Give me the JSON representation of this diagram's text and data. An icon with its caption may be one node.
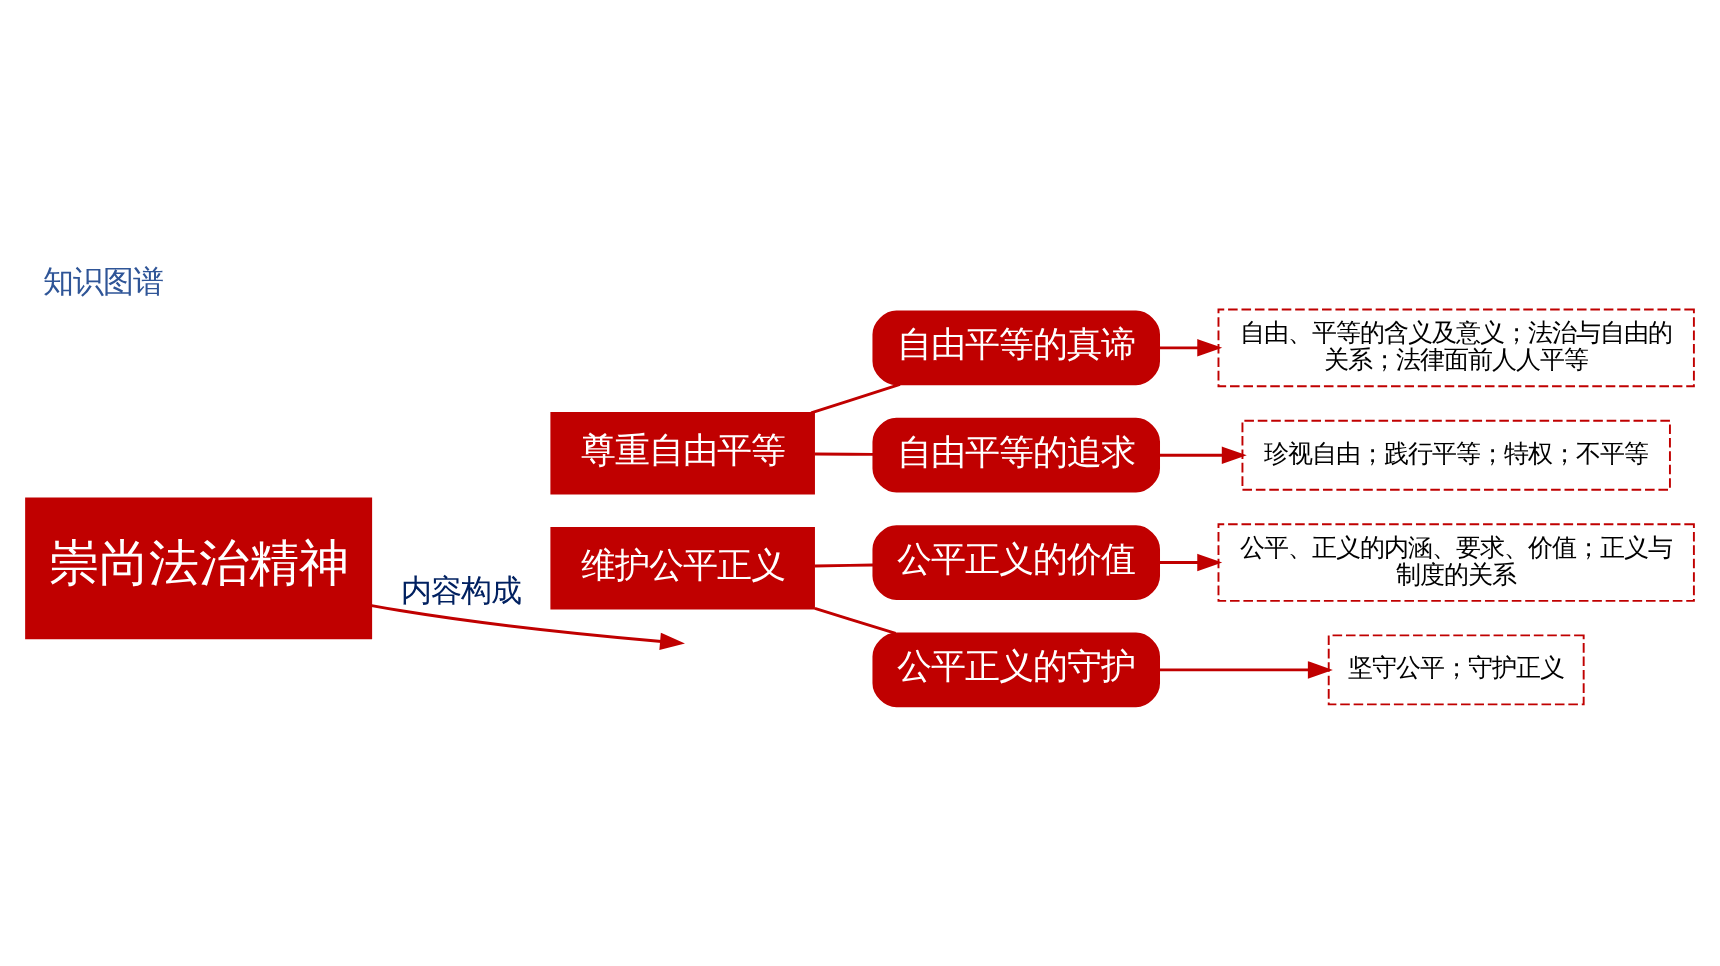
{
  "diagram": {
    "title": "知识图谱",
    "nodes": [
      {
        "text": [
          "崇尚法治精神"
        ]
      },
      {
        "text": [
          "尊重自由平等"
        ]
      },
      {
        "text": [
          "自由平等的真谛"
        ]
      },
      {
        "text": [
          "自由、平等的含义及意义；法治与自由的关系；法律面前人人平等"
        ]
      },
      {
        "text": [
          "自由平等的追求"
        ]
      },
      {
        "text": [
          "珍视自由；践行平等；特权；不平等"
        ]
      },
      {
        "text": [
          "维护公平正义"
        ]
      },
      {
        "text": [
          "公平正义的价值"
        ]
      },
      {
        "text": [
          "公平、正义的内涵、要求、价值；正义与制度的关系"
        ]
      },
      {
        "text": [
          "公平正义的守护"
        ]
      },
      {
        "text": [
          "坚守公平；守护正义"
        ]
      }
    ],
    "edges": [
      {
        "from": 0,
        "to": null,
        "arrow": "to",
        "label": "内容构成"
      },
      {
        "from": 1,
        "to": 2,
        "arrow": "none"
      },
      {
        "from": 1,
        "to": 4,
        "arrow": "none"
      },
      {
        "from": 2,
        "to": 3,
        "arrow": "to"
      },
      {
        "from": 4,
        "to": 5,
        "arrow": "to"
      },
      {
        "from": 6,
        "to": 7,
        "arrow": "none"
      },
      {
        "from": 6,
        "to": 9,
        "arrow": "none"
      },
      {
        "from": 7,
        "to": 8,
        "arrow": "to"
      },
      {
        "from": 9,
        "to": 10,
        "arrow": "to"
      }
    ]
  }
}
